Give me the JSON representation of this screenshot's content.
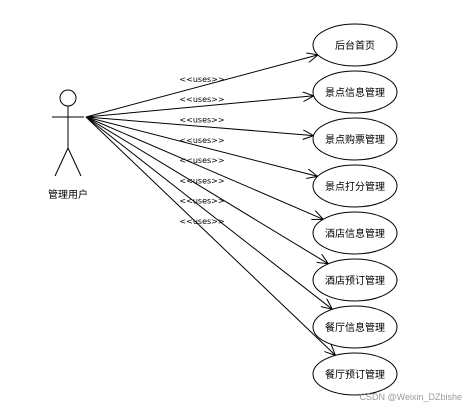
{
  "actor": {
    "name": "管理用户"
  },
  "stereotype": "<<uses>>",
  "use_cases": [
    {
      "label": "后台首页"
    },
    {
      "label": "景点信息管理"
    },
    {
      "label": "景点购票管理"
    },
    {
      "label": "景点打分管理"
    },
    {
      "label": "酒店信息管理"
    },
    {
      "label": "酒店预订管理"
    },
    {
      "label": "餐厅信息管理"
    },
    {
      "label": "餐厅预订管理"
    }
  ],
  "watermark": "CSDN @Weixin_DZbishe",
  "colors": {
    "stroke": "#000000",
    "fill": "#ffffff",
    "watermark": "#9a9a9a"
  }
}
